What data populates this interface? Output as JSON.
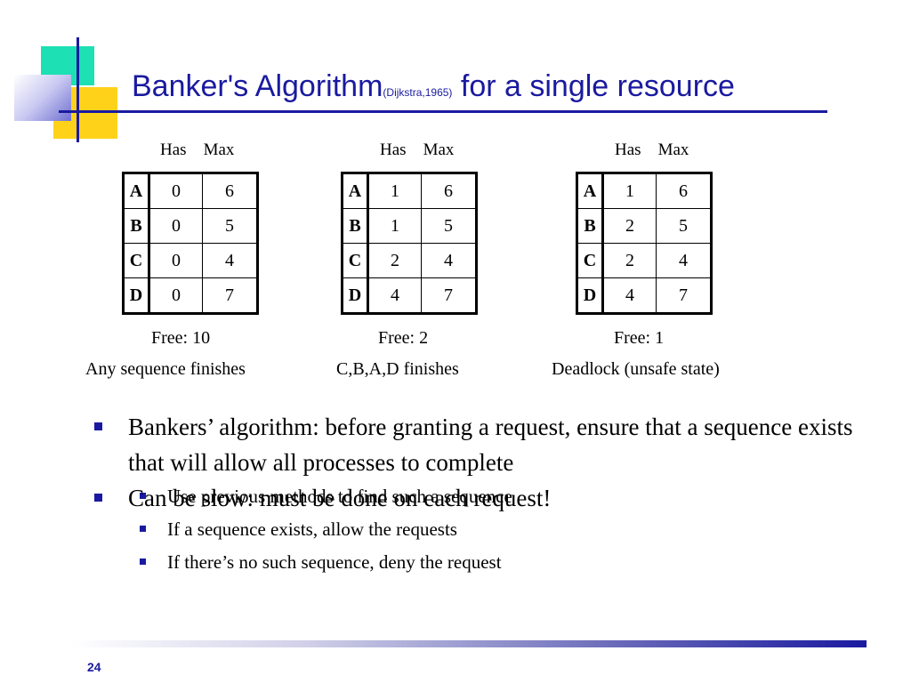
{
  "title": {
    "main": "Banker's Algorithm",
    "citation": "(Dijkstra,1965)",
    "rest": " for a single resource"
  },
  "tables": [
    {
      "col_has": "Has",
      "col_max": "Max",
      "rows": [
        {
          "p": "A",
          "has": "0",
          "max": "6"
        },
        {
          "p": "B",
          "has": "0",
          "max": "5"
        },
        {
          "p": "C",
          "has": "0",
          "max": "4"
        },
        {
          "p": "D",
          "has": "0",
          "max": "7"
        }
      ],
      "free": "Free: 10",
      "note": "Any sequence finishes"
    },
    {
      "col_has": "Has",
      "col_max": "Max",
      "rows": [
        {
          "p": "A",
          "has": "1",
          "max": "6"
        },
        {
          "p": "B",
          "has": "1",
          "max": "5"
        },
        {
          "p": "C",
          "has": "2",
          "max": "4"
        },
        {
          "p": "D",
          "has": "4",
          "max": "7"
        }
      ],
      "free": "Free: 2",
      "note": "C,B,A,D finishes"
    },
    {
      "col_has": "Has",
      "col_max": "Max",
      "rows": [
        {
          "p": "A",
          "has": "1",
          "max": "6"
        },
        {
          "p": "B",
          "has": "2",
          "max": "5"
        },
        {
          "p": "C",
          "has": "2",
          "max": "4"
        },
        {
          "p": "D",
          "has": "4",
          "max": "7"
        }
      ],
      "free": "Free: 1",
      "note": "Deadlock (unsafe state)"
    }
  ],
  "bullets": [
    {
      "text": "Bankers’ algorithm: before granting a request, ensure that a sequence exists that will allow all processes to complete",
      "sub": [
        "Use previous methods to find such a sequence",
        "If a sequence exists, allow the requests",
        "If there’s no such sequence, deny the request"
      ]
    },
    {
      "text": "Can be slow: must be done on each request!",
      "sub": []
    }
  ],
  "page_number": "24",
  "colors": {
    "accent": "#1a1aa0",
    "green": "#1de0b4",
    "yellow": "#ffd21a"
  }
}
